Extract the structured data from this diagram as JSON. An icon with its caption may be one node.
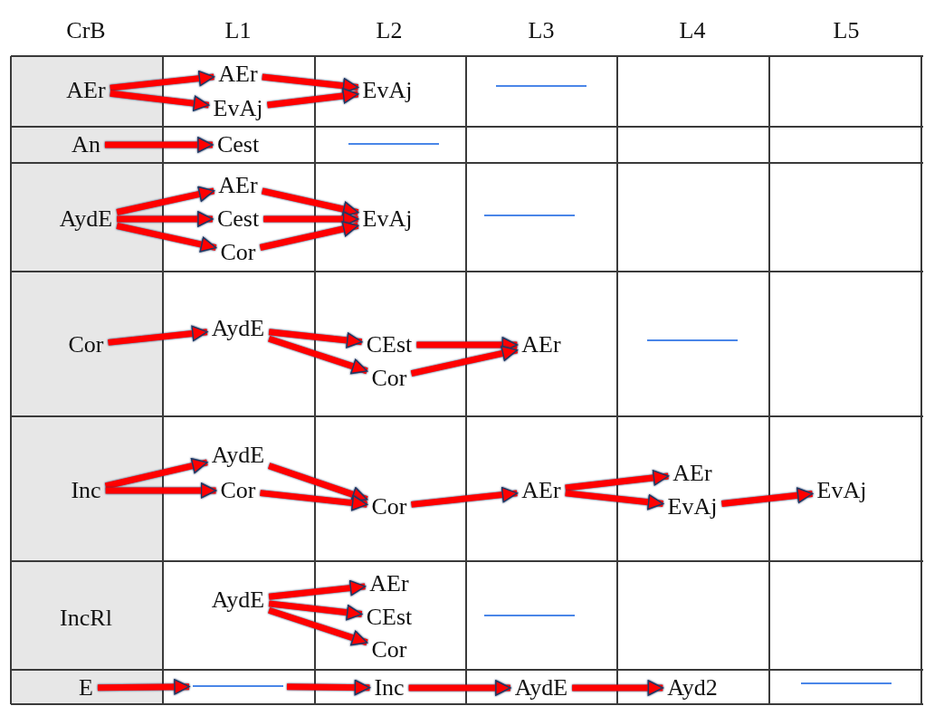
{
  "diagram": {
    "nodes": [
      {
        "text": [
          "AEr"
        ]
      },
      {
        "text": [
          "AEr"
        ]
      },
      {
        "text": [
          "EvAj"
        ]
      },
      {
        "text": [
          "EvAj"
        ]
      },
      {
        "text": [],
        "shape": "bar"
      },
      {
        "text": [
          "An"
        ]
      },
      {
        "text": [
          "Cest"
        ]
      },
      {
        "text": [],
        "shape": "bar"
      },
      {
        "text": [
          "AydE"
        ]
      },
      {
        "text": [
          "AEr"
        ]
      },
      {
        "text": [
          "Cest"
        ]
      },
      {
        "text": [
          "Cor"
        ]
      },
      {
        "text": [
          "EvAj"
        ]
      },
      {
        "text": [],
        "shape": "bar"
      },
      {
        "text": [
          "Cor"
        ]
      },
      {
        "text": [
          "AydE"
        ]
      },
      {
        "text": [
          "CEst"
        ]
      },
      {
        "text": [
          "Cor"
        ]
      },
      {
        "text": [
          "AEr"
        ]
      },
      {
        "text": [],
        "shape": "bar"
      },
      {
        "text": [
          "Inc"
        ]
      },
      {
        "text": [
          "AydE"
        ]
      },
      {
        "text": [
          "Cor"
        ]
      },
      {
        "text": [
          "Cor"
        ]
      },
      {
        "text": [
          "AEr"
        ]
      },
      {
        "text": [
          "AEr"
        ]
      },
      {
        "text": [
          "EvAj"
        ]
      },
      {
        "text": [
          "EvAj"
        ]
      },
      {
        "text": [
          "IncRl"
        ]
      },
      {
        "text": [
          "AydE"
        ]
      },
      {
        "text": [
          "AEr"
        ]
      },
      {
        "text": [
          "CEst"
        ]
      },
      {
        "text": [
          "Cor"
        ]
      },
      {
        "text": [],
        "shape": "bar"
      },
      {
        "text": [
          "E"
        ]
      },
      {
        "text": [],
        "shape": "bar"
      },
      {
        "text": [
          "Inc"
        ]
      },
      {
        "text": [
          "AydE"
        ]
      },
      {
        "text": [
          "Ayd2"
        ]
      },
      {
        "text": [],
        "shape": "bar"
      }
    ],
    "edges": [
      {
        "from": 0,
        "to": 1,
        "arrow": "to"
      },
      {
        "from": 0,
        "to": 2,
        "arrow": "to"
      },
      {
        "from": 1,
        "to": 3,
        "arrow": "to"
      },
      {
        "from": 2,
        "to": 3,
        "arrow": "to"
      },
      {
        "from": 5,
        "to": 6,
        "arrow": "to"
      },
      {
        "from": 8,
        "to": 9,
        "arrow": "to"
      },
      {
        "from": 8,
        "to": 10,
        "arrow": "to"
      },
      {
        "from": 8,
        "to": 11,
        "arrow": "to"
      },
      {
        "from": 9,
        "to": 12,
        "arrow": "to"
      },
      {
        "from": 10,
        "to": 12,
        "arrow": "to"
      },
      {
        "from": 11,
        "to": 12,
        "arrow": "to"
      },
      {
        "from": 14,
        "to": 15,
        "arrow": "to"
      },
      {
        "from": 15,
        "to": 16,
        "arrow": "to"
      },
      {
        "from": 15,
        "to": 17,
        "arrow": "to"
      },
      {
        "from": 16,
        "to": 18,
        "arrow": "to"
      },
      {
        "from": 17,
        "to": 18,
        "arrow": "to"
      },
      {
        "from": 20,
        "to": 21,
        "arrow": "to"
      },
      {
        "from": 20,
        "to": 22,
        "arrow": "to"
      },
      {
        "from": 21,
        "to": 23,
        "arrow": "to"
      },
      {
        "from": 22,
        "to": 23,
        "arrow": "to"
      },
      {
        "from": 23,
        "to": 24,
        "arrow": "to"
      },
      {
        "from": 24,
        "to": 25,
        "arrow": "to"
      },
      {
        "from": 24,
        "to": 26,
        "arrow": "to"
      },
      {
        "from": 26,
        "to": 27,
        "arrow": "to"
      },
      {
        "from": 29,
        "to": 30,
        "arrow": "to"
      },
      {
        "from": 29,
        "to": 31,
        "arrow": "to"
      },
      {
        "from": 29,
        "to": 32,
        "arrow": "to"
      },
      {
        "from": 34,
        "to": 35,
        "arrow": "to"
      },
      {
        "from": 35,
        "to": 36,
        "arrow": "to"
      },
      {
        "from": 36,
        "to": 37,
        "arrow": "to"
      },
      {
        "from": 37,
        "to": 38,
        "arrow": "to"
      }
    ],
    "labels": [
      "CrB",
      "L1",
      "L2",
      "L3",
      "L4",
      "L5"
    ]
  }
}
